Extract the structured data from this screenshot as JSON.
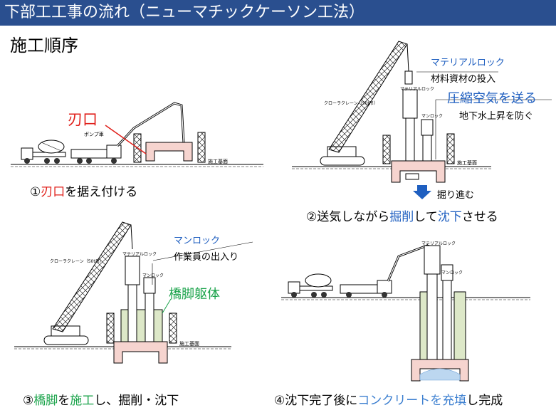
{
  "title": "下部工工事の流れ（ニューマチックケーソン工法）",
  "subtitle": "施工順序",
  "colors": {
    "title_bg": "#2a4f8f",
    "red": "#e0201b",
    "blue": "#1f5fc0",
    "green": "#1aa34a",
    "light_blue": "#3c7fd0",
    "pier_fill": "#dde8c8",
    "caisson_fill": "#f6d4cf"
  },
  "panel1": {
    "label_edge": "刃口",
    "pump_label": "ポンプ車",
    "ground_label": "施工基面",
    "caption_num": "①",
    "caption_hl": "刃口",
    "caption_rest": "を据え付ける"
  },
  "panel2": {
    "material_lock": "マテリアルロック",
    "material_input": "材料資材の投入",
    "compressed_air": "圧縮空気を送る",
    "prevent_water": "地下水上昇を防ぐ",
    "dig_down": "掘り進む",
    "crane_label": "クローラクレーン（50t吊）",
    "lock_label": "マテリアルロック",
    "manlock_label": "マンロック",
    "ground_label": "施工基面",
    "caption_num": "②",
    "caption_a": "送気しながら",
    "caption_b": "掘削",
    "caption_c": "して",
    "caption_d": "沈下",
    "caption_e": "させる"
  },
  "panel3": {
    "man_lock": "マンロック",
    "worker_access": "作業員の出入り",
    "pier_body": "橋脚躯体",
    "crane_label": "クローラクレーン（50t吊）",
    "lock_label": "マテリアルロック",
    "manlock_label": "マンロック",
    "ground_label": "施工基面",
    "caption_num": "③",
    "caption_a": "橋脚",
    "caption_b": "を",
    "caption_c": "施工",
    "caption_d": "し、掘削・沈下"
  },
  "panel4": {
    "lock_label": "マテリアルロック",
    "manlock_label": "マンロック",
    "caption_num": "④",
    "caption_a": "沈下完了後に",
    "caption_b": "コンクリートを充填",
    "caption_c": "し完成"
  }
}
